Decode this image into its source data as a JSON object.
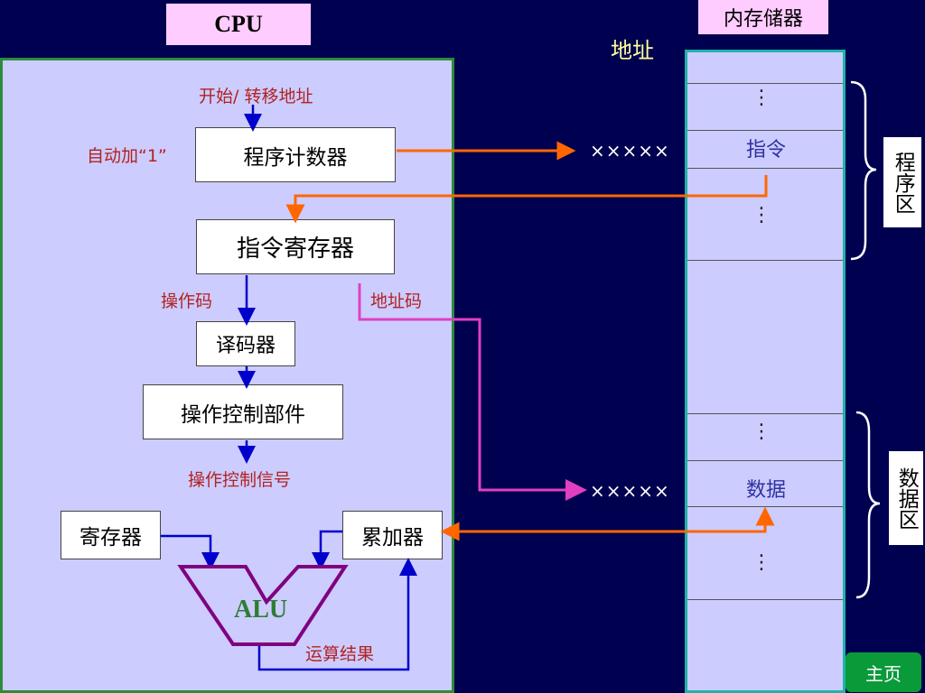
{
  "cpu": {
    "title": "CPU",
    "start_label": "开始/ 转移地址",
    "auto_inc_label": "自动加“1”",
    "pc": "程序计数器",
    "ir": "指令寄存器",
    "opcode_label": "操作码",
    "addrcode_label": "地址码",
    "decoder": "译码器",
    "control_unit": "操作控制部件",
    "control_signal_label": "操作控制信号",
    "register": "寄存器",
    "accumulator": "累加器",
    "alu": "ALU",
    "result_label": "运算结果"
  },
  "memory": {
    "title": "内存储器",
    "address_label": "地址",
    "instr_addr": "×××××",
    "data_addr": "×××××",
    "instr_cell": "指令",
    "data_cell": "数据",
    "ellipsis": "⋮",
    "program_zone": "程序区",
    "data_zone": "数据区"
  },
  "nav": {
    "home": "主页"
  },
  "colors": {
    "background": "#000050",
    "panel": "#ccccff",
    "label_red": "#b22222",
    "blue_arrow": "#0000cc",
    "orange_arrow": "#ff6600",
    "pink_arrow": "#e040c0",
    "alu_purple": "#800080",
    "alu_text": "#2e7d32"
  }
}
